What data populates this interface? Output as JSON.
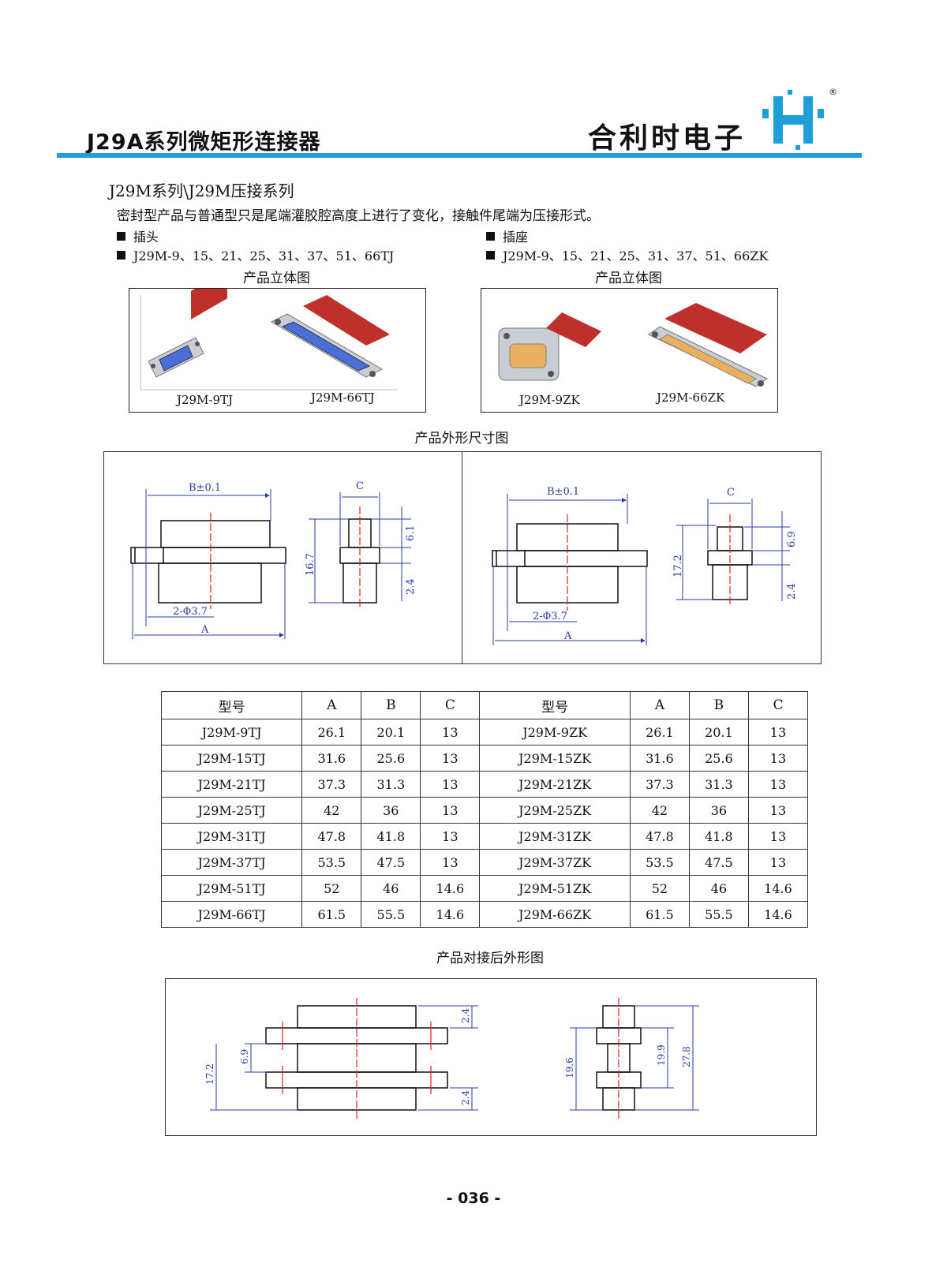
{
  "header": {
    "series_title": "J29A系列微矩形连接器",
    "company": "合利时电子",
    "logo_mark": "®",
    "colors": {
      "accent": "#1e9fd8",
      "dimension": "#2a3aa8",
      "centerline": "#e02020",
      "wire": "#c0302a",
      "insert_plug": "#4a6fd8",
      "insert_socket": "#e8b060"
    }
  },
  "section": {
    "title": "J29M系列\\J29M压接系列",
    "intro": "密封型产品与普通型只是尾端灌胶腔高度上进行了变化，接触件尾端为压接形式。",
    "plug": {
      "type_label": "插头",
      "models": "J29M-9、15、21、25、31、37、51、66TJ",
      "caption": "产品立体图",
      "labels": [
        "J29M-9TJ",
        "J29M-66TJ"
      ]
    },
    "socket": {
      "type_label": "插座",
      "models": "J29M-9、15、21、25、31、37、51、66ZK",
      "caption": "产品立体图",
      "labels": [
        "J29M-9ZK",
        "J29M-66ZK"
      ]
    }
  },
  "outline": {
    "caption": "产品外形尺寸图",
    "plug": {
      "b_label": "B±0.1",
      "c_label": "C",
      "a_label": "A",
      "hole_label": "2-Φ3.7",
      "height": "16.7",
      "top": "6.1",
      "bottom": "2.4"
    },
    "socket": {
      "b_label": "B±0.1",
      "c_label": "C",
      "a_label": "A",
      "hole_label": "2-Φ3.7",
      "height": "17.2",
      "top": "6.9",
      "bottom": "2.4"
    }
  },
  "table": {
    "headers": [
      "型号",
      "A",
      "B",
      "C",
      "型号",
      "A",
      "B",
      "C"
    ],
    "rows": [
      [
        "J29M-9TJ",
        "26.1",
        "20.1",
        "13",
        "J29M-9ZK",
        "26.1",
        "20.1",
        "13"
      ],
      [
        "J29M-15TJ",
        "31.6",
        "25.6",
        "13",
        "J29M-15ZK",
        "31.6",
        "25.6",
        "13"
      ],
      [
        "J29M-21TJ",
        "37.3",
        "31.3",
        "13",
        "J29M-21ZK",
        "37.3",
        "31.3",
        "13"
      ],
      [
        "J29M-25TJ",
        "42",
        "36",
        "13",
        "J29M-25ZK",
        "42",
        "36",
        "13"
      ],
      [
        "J29M-31TJ",
        "47.8",
        "41.8",
        "13",
        "J29M-31ZK",
        "47.8",
        "41.8",
        "13"
      ],
      [
        "J29M-37TJ",
        "53.5",
        "47.5",
        "13",
        "J29M-37ZK",
        "53.5",
        "47.5",
        "13"
      ],
      [
        "J29M-51TJ",
        "52",
        "46",
        "14.6",
        "J29M-51ZK",
        "52",
        "46",
        "14.6"
      ],
      [
        "J29M-66TJ",
        "61.5",
        "55.5",
        "14.6",
        "J29M-66ZK",
        "61.5",
        "55.5",
        "14.6"
      ]
    ]
  },
  "mated": {
    "caption": "产品对接后外形图",
    "dims_front": [
      "2.4",
      "6.9",
      "17.2",
      "2.4"
    ],
    "dims_side": [
      "19.6",
      "19.9",
      "27.8"
    ]
  },
  "page_number": "- 036 -"
}
